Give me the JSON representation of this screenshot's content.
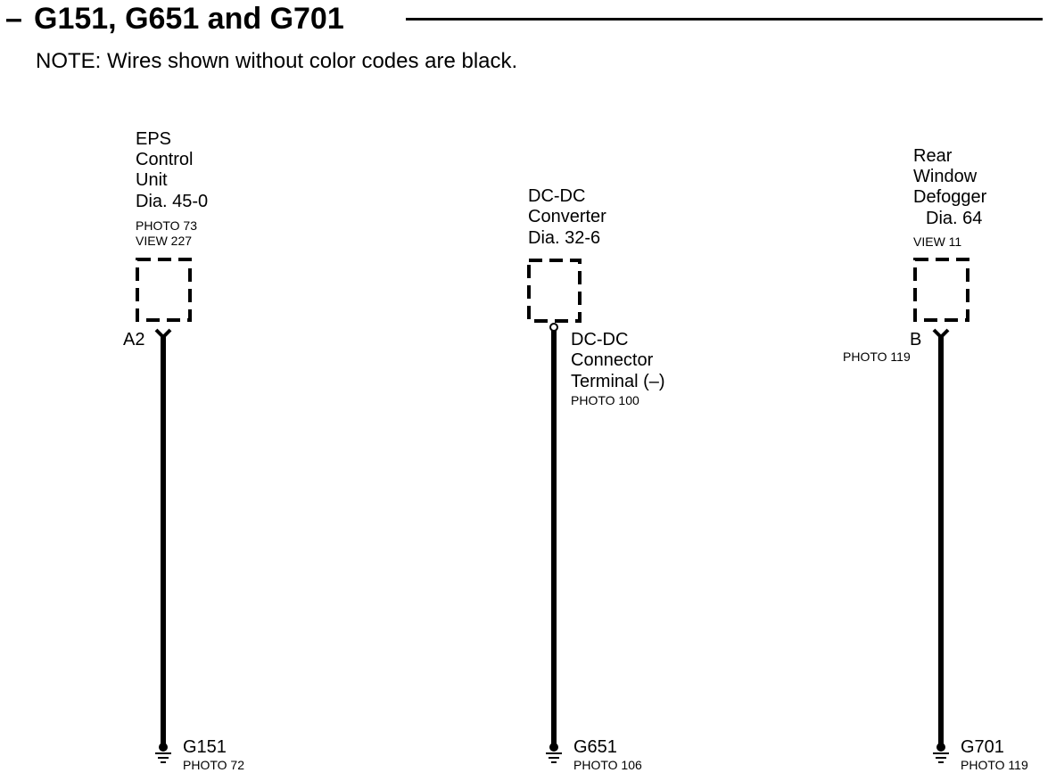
{
  "header": {
    "title_dash": "–",
    "title": "G151, G651 and G701",
    "note": "NOTE: Wires shown without color codes are black."
  },
  "circuits": [
    {
      "component": {
        "line1": "EPS",
        "line2": "Control",
        "line3": "Unit",
        "dia": "Dia. 45-0"
      },
      "refs": {
        "photo": "PHOTO 73",
        "view": "VIEW 227"
      },
      "terminal": {
        "label": "A2"
      },
      "ground": {
        "name": "G151",
        "photo": "PHOTO 72"
      }
    },
    {
      "component": {
        "line1": "DC-DC",
        "line2": "Converter",
        "dia": "Dia. 32-6"
      },
      "connector": {
        "line1": "DC-DC",
        "line2": "Connector",
        "line3": "Terminal (–)",
        "photo": "PHOTO 100"
      },
      "ground": {
        "name": "G651",
        "photo": "PHOTO 106"
      }
    },
    {
      "component": {
        "line1": "Rear",
        "line2": "Window",
        "line3": "Defogger",
        "dia": "Dia. 64"
      },
      "refs": {
        "view": "VIEW 11"
      },
      "terminal": {
        "label": "B",
        "photo": "PHOTO 119"
      },
      "ground": {
        "name": "G701",
        "photo": "PHOTO 119"
      }
    }
  ]
}
